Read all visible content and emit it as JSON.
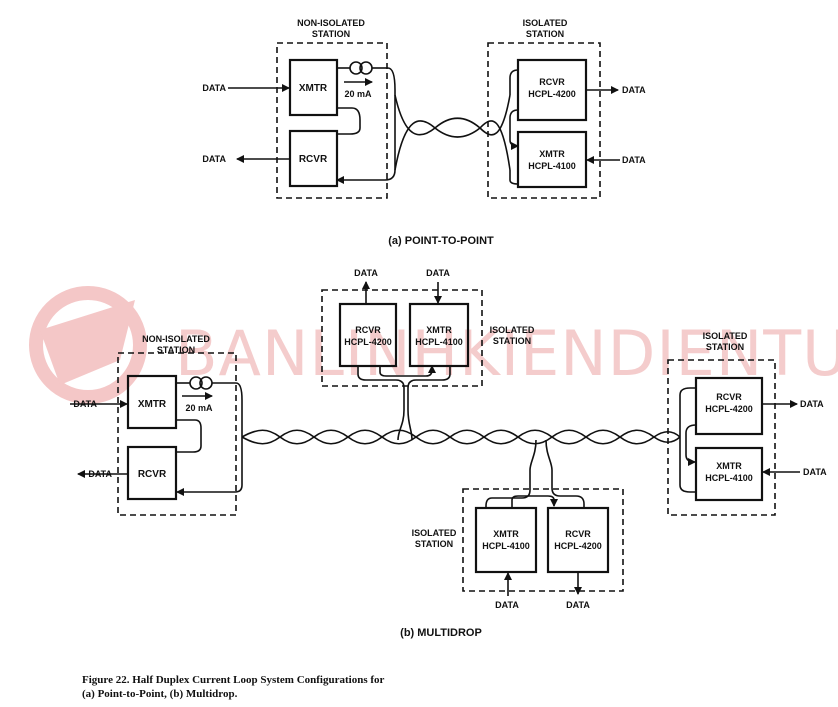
{
  "watermark": {
    "text": "BANLINHKIENDIENTU.VN",
    "color": "#e06060"
  },
  "point_to_point": {
    "title": "(a) POINT-TO-POINT",
    "non_isolated": {
      "label_line1": "NON-ISOLATED",
      "label_line2": "STATION",
      "xmtr": "XMTR",
      "rcvr": "RCVR",
      "current": "20 mA",
      "data_in": "DATA",
      "data_out": "DATA"
    },
    "isolated": {
      "label_line1": "ISOLATED",
      "label_line2": "STATION",
      "rcvr_line1": "RCVR",
      "rcvr_line2": "HCPL-4200",
      "xmtr_line1": "XMTR",
      "xmtr_line2": "HCPL-4100",
      "data_out": "DATA",
      "data_in": "DATA"
    }
  },
  "multidrop": {
    "title": "(b) MULTIDROP",
    "non_isolated": {
      "label_line1": "NON-ISOLATED",
      "label_line2": "STATION",
      "xmtr": "XMTR",
      "rcvr": "RCVR",
      "current": "20 mA",
      "data_in": "DATA",
      "data_out": "DATA"
    },
    "top_station": {
      "label_line1": "ISOLATED",
      "label_line2": "STATION",
      "rcvr_line1": "RCVR",
      "rcvr_line2": "HCPL-4200",
      "xmtr_line1": "XMTR",
      "xmtr_line2": "HCPL-4100",
      "data_out": "DATA",
      "data_in": "DATA"
    },
    "bottom_station": {
      "label_line1": "ISOLATED",
      "label_line2": "STATION",
      "xmtr_line1": "XMTR",
      "xmtr_line2": "HCPL-4100",
      "rcvr_line1": "RCVR",
      "rcvr_line2": "HCPL-4200",
      "data_in": "DATA",
      "data_out": "DATA"
    },
    "right_station": {
      "label_line1": "ISOLATED",
      "label_line2": "STATION",
      "rcvr_line1": "RCVR",
      "rcvr_line2": "HCPL-4200",
      "xmtr_line1": "XMTR",
      "xmtr_line2": "HCPL-4100",
      "data_out": "DATA",
      "data_in": "DATA"
    }
  },
  "caption": {
    "line1": "Figure 22. Half Duplex Current Loop System Configurations for",
    "line2": "(a) Point-to-Point, (b) Multidrop."
  }
}
